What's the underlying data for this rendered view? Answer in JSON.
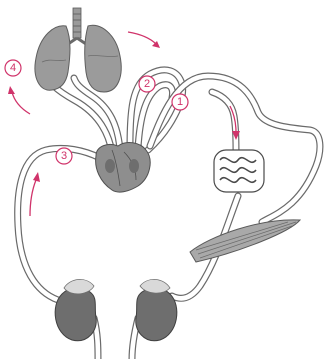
{
  "colors": {
    "accent": "#d0336a",
    "vessel": "#6a6a6a",
    "organ_fill": "#8f8f8f",
    "organ_dark": "#5e5e5e",
    "organ_light": "#d9d9d9"
  },
  "markers": [
    {
      "id": "1",
      "label": "1"
    },
    {
      "id": "2",
      "label": "2"
    },
    {
      "id": "3",
      "label": "3"
    },
    {
      "id": "4",
      "label": "4"
    }
  ],
  "organs": [
    "lungs-icon",
    "heart-icon",
    "intestine-icon",
    "muscle-icon",
    "kidney-left-icon",
    "kidney-right-icon"
  ]
}
